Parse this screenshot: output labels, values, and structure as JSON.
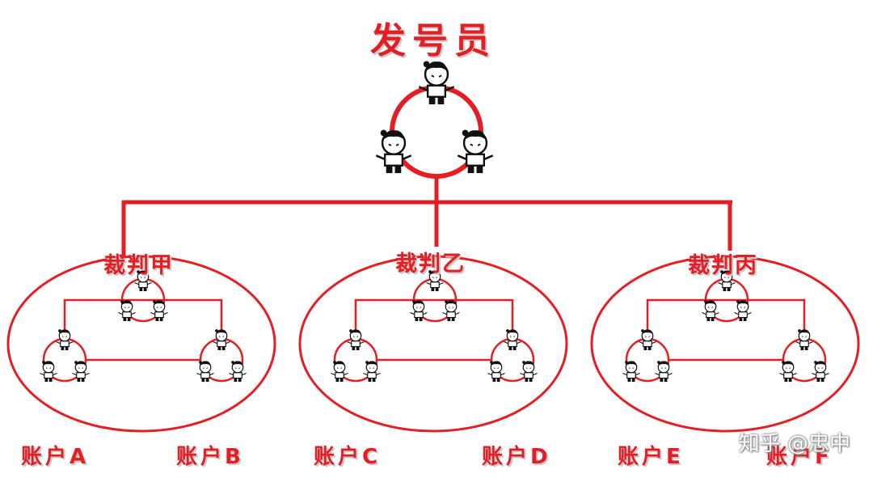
{
  "title": "发号员",
  "judges": [
    {
      "label": "裁判甲",
      "accounts": [
        "账户A",
        "账户B"
      ]
    },
    {
      "label": "裁判乙",
      "accounts": [
        "账户C",
        "账户D"
      ]
    },
    {
      "label": "裁判丙",
      "accounts": [
        "账户E",
        "账户F"
      ]
    }
  ],
  "watermark": "知乎 @忠中",
  "colors": {
    "line": "#e31e24",
    "background": "#ffffff",
    "figure_fill": "#ffffff",
    "figure_ink": "#111111"
  },
  "icon": "cartoon-person-icon"
}
